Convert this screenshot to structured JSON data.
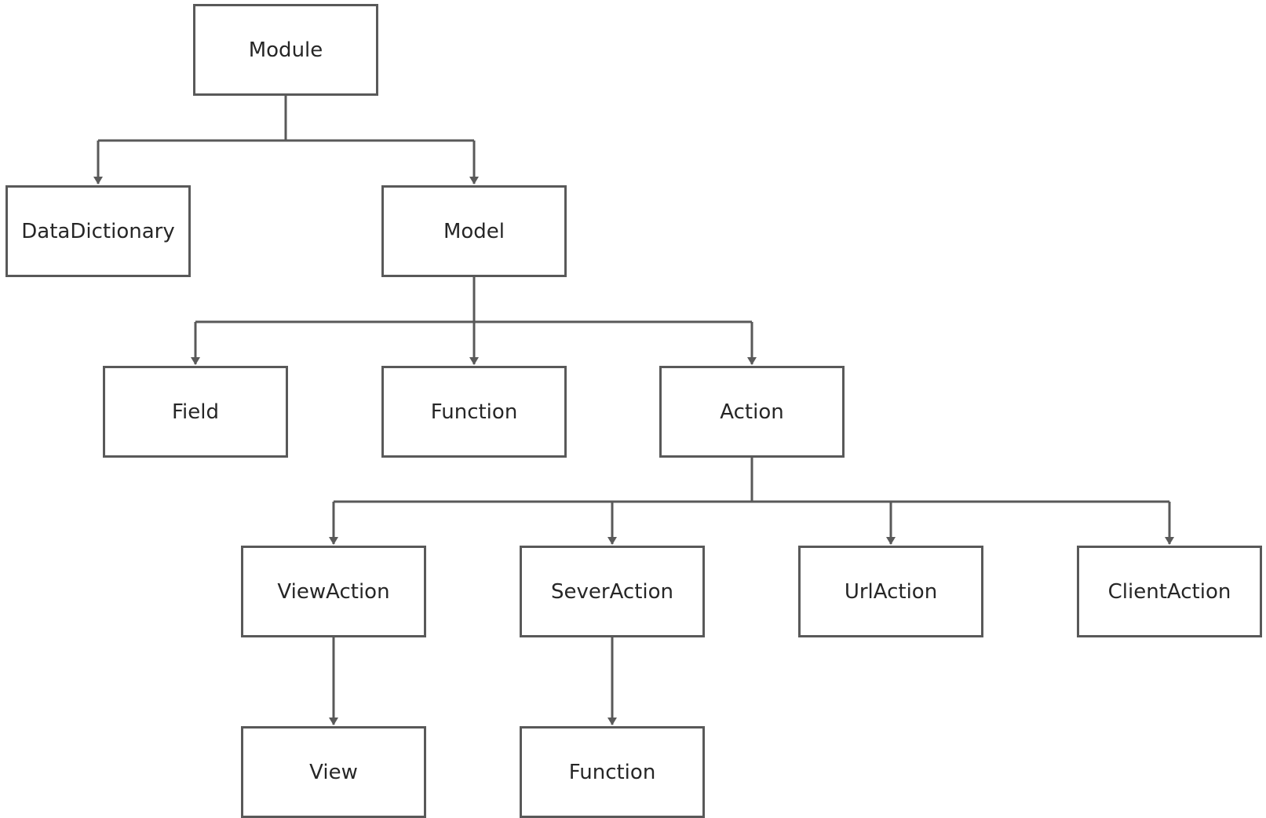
{
  "diagram": {
    "line_color": "#595959",
    "text_color": "#262626",
    "nodes": {
      "module": "Module",
      "datadict": "DataDictionary",
      "model": "Model",
      "field": "Field",
      "function1": "Function",
      "action": "Action",
      "viewaction": "ViewAction",
      "severaction": "SeverAction",
      "urlaction": "UrlAction",
      "clientaction": "ClientAction",
      "view": "View",
      "function2": "Function"
    },
    "edges": [
      [
        "module",
        "datadict"
      ],
      [
        "module",
        "model"
      ],
      [
        "model",
        "field"
      ],
      [
        "model",
        "function1"
      ],
      [
        "model",
        "action"
      ],
      [
        "action",
        "viewaction"
      ],
      [
        "action",
        "severaction"
      ],
      [
        "action",
        "urlaction"
      ],
      [
        "action",
        "clientaction"
      ],
      [
        "viewaction",
        "view"
      ],
      [
        "severaction",
        "function2"
      ]
    ]
  }
}
